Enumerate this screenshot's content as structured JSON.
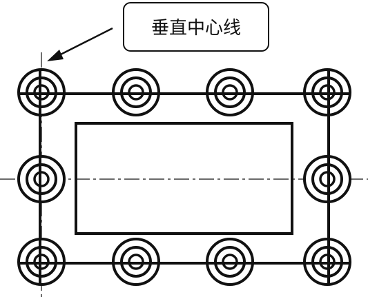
{
  "callout": {
    "label": "垂直中心线"
  },
  "drawing": {
    "stroke_color": "#111111",
    "background_color": "#ffffff",
    "bolt_holes": {
      "columns": 4,
      "rows": 3,
      "middle_row_outer_columns_only": true
    },
    "centerlines": {
      "horizontal": true,
      "vertical_left": true
    }
  }
}
